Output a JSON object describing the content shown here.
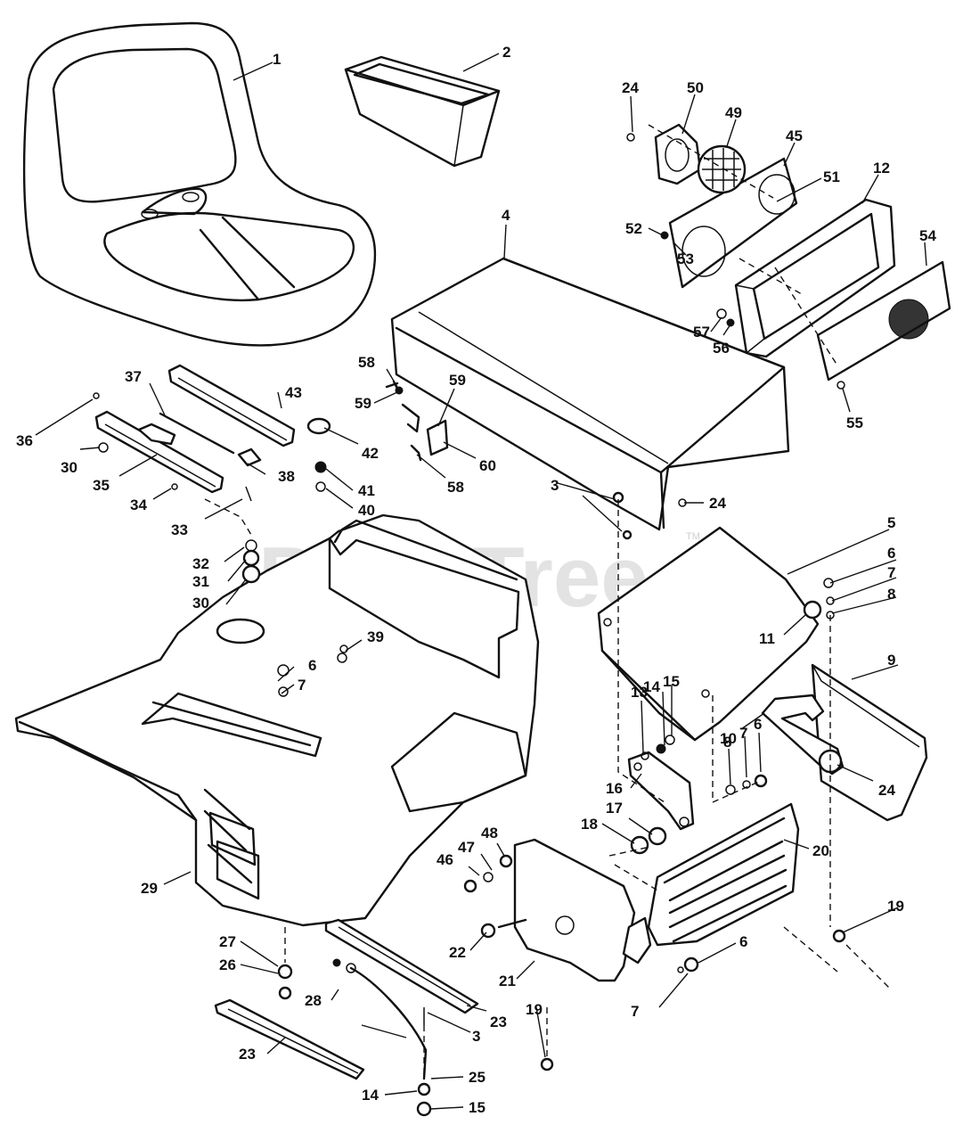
{
  "watermark": {
    "text": "PartsTree",
    "tm": "TM"
  },
  "callouts": {
    "c1": "1",
    "c2": "2",
    "c3a": "3",
    "c3b": "3",
    "c4": "4",
    "c5": "5",
    "c6a": "6",
    "c6b": "6",
    "c6c": "6",
    "c6d": "6",
    "c7a": "7",
    "c7b": "7",
    "c7c": "7",
    "c7d": "7",
    "c8a": "8",
    "c8b": "8",
    "c9": "9",
    "c10": "10",
    "c11": "11",
    "c12": "12",
    "c13": "13",
    "c14a": "14",
    "c14b": "14",
    "c15a": "15",
    "c15b": "15",
    "c16": "16",
    "c17": "17",
    "c18": "18",
    "c19a": "19",
    "c19b": "19",
    "c20": "20",
    "c21": "21",
    "c22": "22",
    "c23a": "23",
    "c23b": "23",
    "c24a": "24",
    "c24b": "24",
    "c24c": "24",
    "c25": "25",
    "c26": "26",
    "c27": "27",
    "c28": "28",
    "c29": "29",
    "c30a": "30",
    "c30b": "30",
    "c31": "31",
    "c32": "32",
    "c33": "33",
    "c34": "34",
    "c35": "35",
    "c36": "36",
    "c37": "37",
    "c38": "38",
    "c39": "39",
    "c40": "40",
    "c41": "41",
    "c42": "42",
    "c43": "43",
    "c45": "45",
    "c46": "46",
    "c47": "47",
    "c48": "48",
    "c49": "49",
    "c50": "50",
    "c51": "51",
    "c52": "52",
    "c53": "53",
    "c54": "54",
    "c55": "55",
    "c56": "56",
    "c57": "57",
    "c58a": "58",
    "c58b": "58",
    "c59a": "59",
    "c59b": "59",
    "c60": "60"
  }
}
